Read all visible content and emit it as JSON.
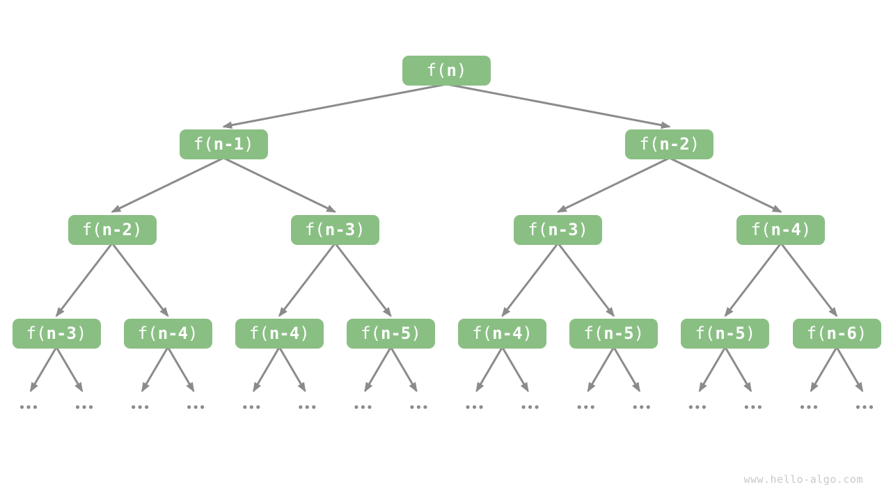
{
  "colors": {
    "background": "#ffffff",
    "node_fill": "#8ABF84",
    "node_text": "#ffffff",
    "edge": "#8B8B8B",
    "ellipsis": "#8B8B8B",
    "watermark": "#C9C9C9"
  },
  "watermark": "www.hello-algo.com",
  "tree": {
    "label_pre": "f(",
    "label_post": ")",
    "levels": [
      [
        "n"
      ],
      [
        "n-1",
        "n-2"
      ],
      [
        "n-2",
        "n-3",
        "n-3",
        "n-4"
      ],
      [
        "n-3",
        "n-4",
        "n-4",
        "n-5",
        "n-4",
        "n-5",
        "n-5",
        "n-6"
      ]
    ],
    "ellipsis_text": "...",
    "ellipsis_count": 16
  }
}
